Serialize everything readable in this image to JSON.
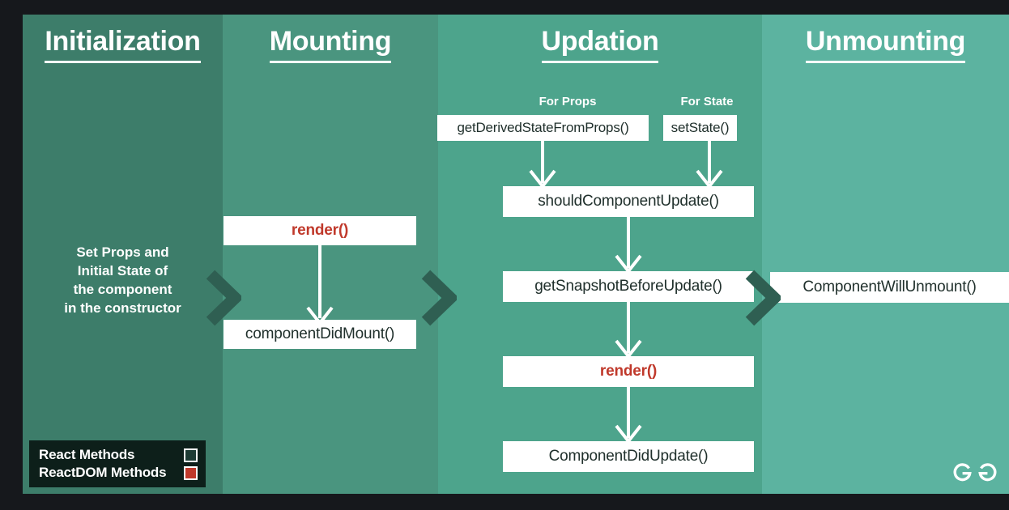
{
  "palette": {
    "page_bg": "#16181c",
    "col_initialization": "#3d7d6a",
    "col_mounting": "#4a957f",
    "col_updation": "#4da48c",
    "col_unmounting": "#5cb3a0",
    "chevron": "#2f5f52",
    "box_bg": "#ffffff",
    "box_text": "#20302c",
    "reactdom_red": "#c0392b",
    "legend_bg": "#0d1f1a",
    "arrow_white": "#ffffff"
  },
  "columns": [
    {
      "id": "initialization",
      "title": "Initialization"
    },
    {
      "id": "mounting",
      "title": "Mounting"
    },
    {
      "id": "updation",
      "title": "Updation"
    },
    {
      "id": "unmounting",
      "title": "Unmounting"
    }
  ],
  "initialization": {
    "description_lines": [
      "Set Props and",
      "Initial State of",
      "the component",
      "in the constructor"
    ]
  },
  "mounting": {
    "boxes": [
      {
        "label": "render()",
        "kind": "reactdom"
      },
      {
        "label": "componentDidMount()",
        "kind": "react"
      }
    ]
  },
  "updation": {
    "captions": [
      {
        "label": "For Props"
      },
      {
        "label": "For State"
      }
    ],
    "boxes": [
      {
        "label": "getDerivedStateFromProps()",
        "kind": "react"
      },
      {
        "label": "setState()",
        "kind": "react"
      },
      {
        "label": "shouldComponentUpdate()",
        "kind": "react"
      },
      {
        "label": "getSnapshotBeforeUpdate()",
        "kind": "react"
      },
      {
        "label": "render()",
        "kind": "reactdom"
      },
      {
        "label": "ComponentDidUpdate()",
        "kind": "react"
      }
    ]
  },
  "unmounting": {
    "boxes": [
      {
        "label": "ComponentWillUnmount()",
        "kind": "react"
      }
    ]
  },
  "legend": {
    "items": [
      {
        "label": "React Methods",
        "swatch": "hollow"
      },
      {
        "label": "ReactDOM Methods",
        "swatch": "red"
      }
    ]
  },
  "branding": {
    "logo_name": "geeksforgeeks-logo"
  }
}
